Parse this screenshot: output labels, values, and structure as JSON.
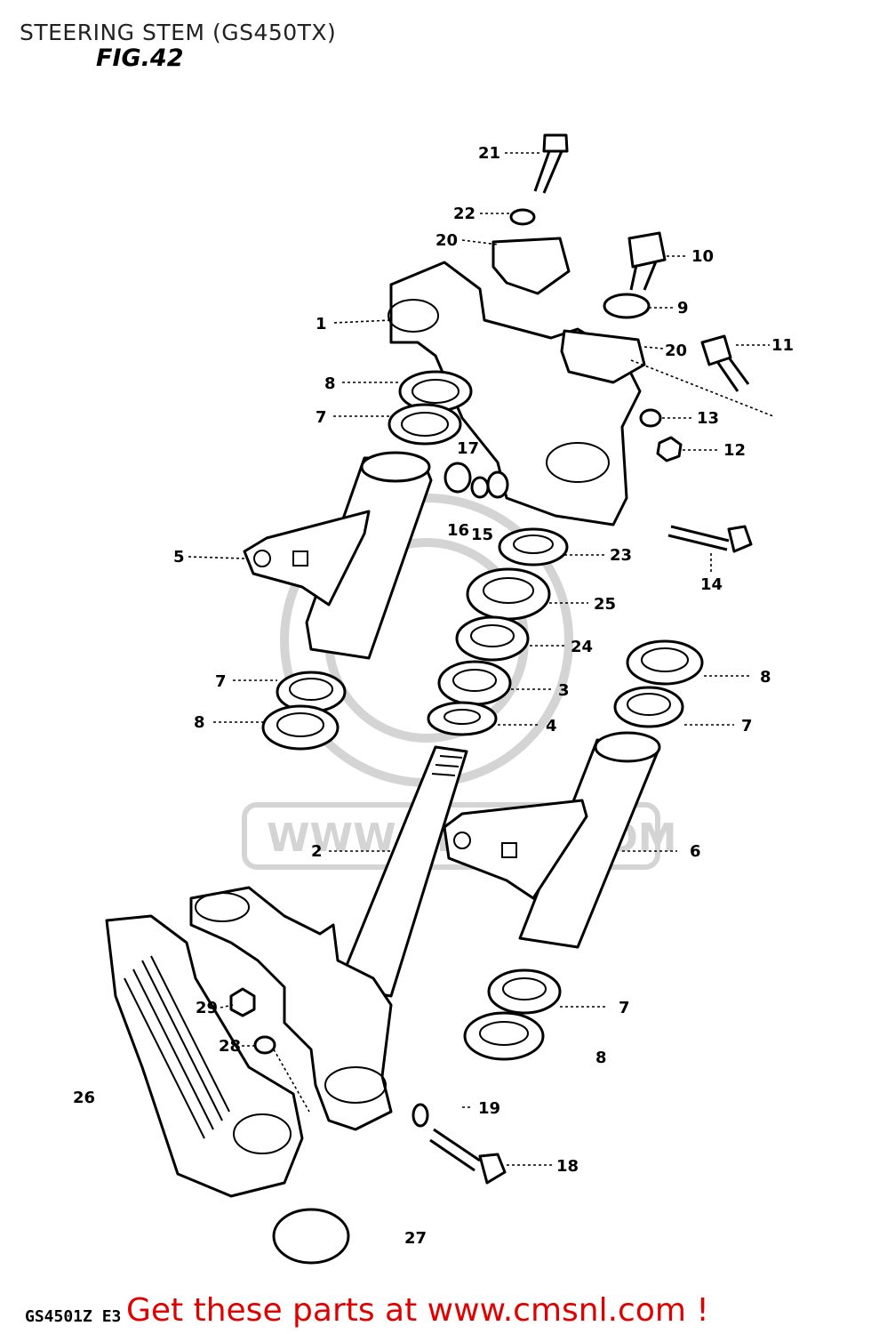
{
  "header": {
    "title": "STEERING STEM (GS450TX)",
    "figure": "FIG.42"
  },
  "footer": {
    "model_code": "GS4501Z E3",
    "banner": "Get these parts at www.cmsnl.com !"
  },
  "watermark": {
    "text": "WWW.CMSNL.COM"
  },
  "labels": {
    "p1": "1",
    "p2": "2",
    "p3": "3",
    "p4": "4",
    "p5": "5",
    "p6": "6",
    "p7a": "7",
    "p7b": "7",
    "p7c": "7",
    "p7d": "7",
    "p8a": "8",
    "p8b": "8",
    "p8c": "8",
    "p8d": "8",
    "p9": "9",
    "p10": "10",
    "p11": "11",
    "p12": "12",
    "p13": "13",
    "p14": "14",
    "p15": "15",
    "p16": "16",
    "p17": "17",
    "p18": "18",
    "p19": "19",
    "p20a": "20",
    "p20b": "20",
    "p21": "21",
    "p22": "22",
    "p23": "23",
    "p24": "24",
    "p25": "25",
    "p26": "26",
    "p27": "27",
    "p28": "28",
    "p29": "29"
  },
  "colors": {
    "banner": "#e00000",
    "line_art": "#000000",
    "watermark": "#d4d4d4"
  }
}
